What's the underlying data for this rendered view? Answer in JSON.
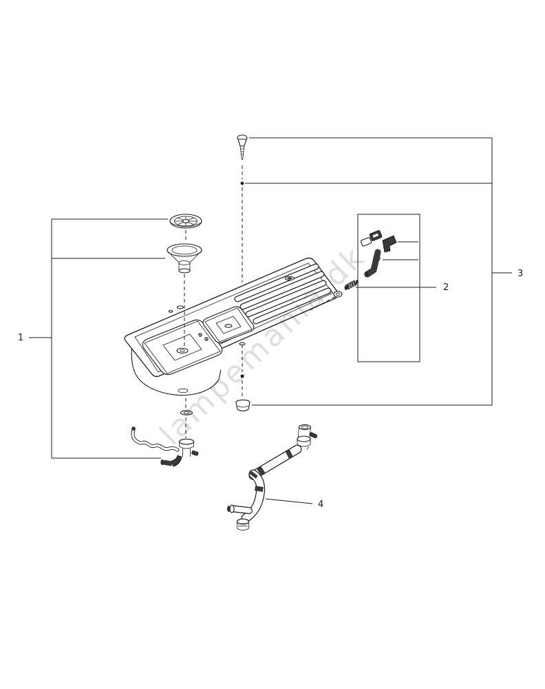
{
  "diagram": {
    "watermark": {
      "text": "lampemania.dk",
      "color": "rgba(0,0,0,0.13)"
    },
    "callouts": {
      "c1": "1",
      "c2": "2",
      "c3": "3",
      "c4": "4"
    },
    "colors": {
      "background": "#ffffff",
      "line": "#1a1a1a",
      "dark_part": "#3a3a3a"
    }
  }
}
